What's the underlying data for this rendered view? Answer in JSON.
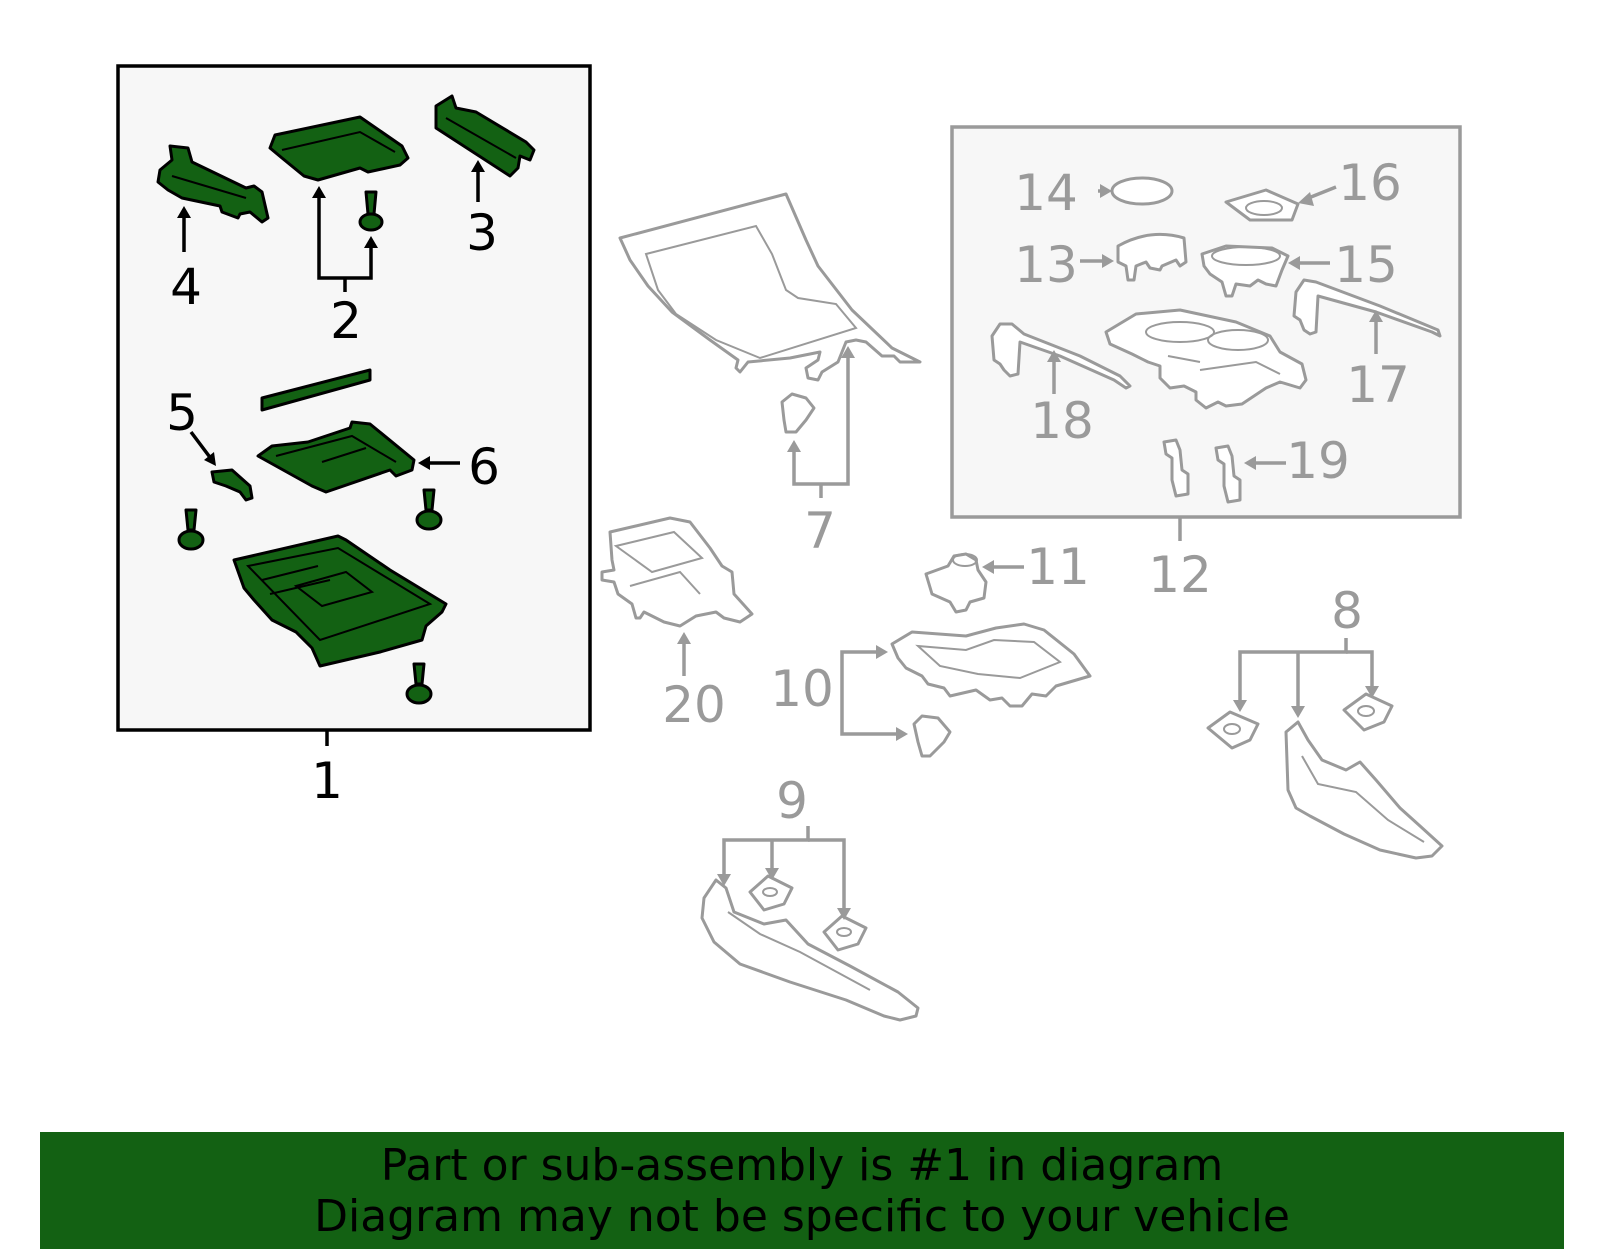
{
  "colors": {
    "highlight_fill": "#136113",
    "banner_fill": "#136113",
    "secondary_gray": "#9a9a9a",
    "primary_box_fill": "#f7f7f7"
  },
  "callouts": {
    "c1": "1",
    "c2": "2",
    "c3": "3",
    "c4": "4",
    "c5": "5",
    "c6": "6",
    "c7": "7",
    "c8": "8",
    "c9": "9",
    "c10": "10",
    "c11": "11",
    "c12": "12",
    "c13": "13",
    "c14": "14",
    "c15": "15",
    "c16": "16",
    "c17": "17",
    "c18": "18",
    "c19": "19",
    "c20": "20"
  },
  "banner": {
    "line1": "Part or sub-assembly is #1 in diagram",
    "line2": "Diagram may not be specific to your vehicle"
  }
}
